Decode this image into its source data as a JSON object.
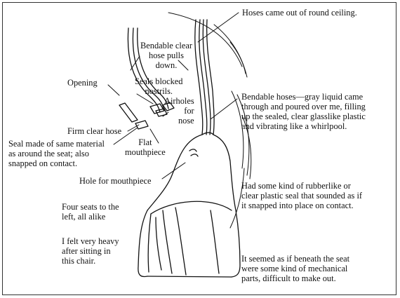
{
  "colors": {
    "ink": "#111111",
    "background": "#ffffff",
    "frame": "#333333"
  },
  "labels": {
    "hoses_ceiling": [
      "Hoses came out of round ceiling."
    ],
    "bendable_clear": [
      "Bendable clear",
      "hose pulls",
      "down."
    ],
    "opening": [
      "Opening"
    ],
    "seals_blocked": [
      "Seals blocked",
      "nostrils."
    ],
    "airholes": [
      "Airholes",
      "for",
      "nose"
    ],
    "bendable_hoses": [
      "Bendable hoses—gray liquid came",
      "through and poured over me, filling",
      "up the sealed, clear glasslike plastic",
      "and vibrating like a whirlpool."
    ],
    "firm_clear_hose": [
      "Firm clear hose"
    ],
    "seal_material": [
      "Seal made of same material",
      "as around the seat; also",
      "snapped on contact."
    ],
    "flat_mouthpiece": [
      "Flat",
      "mouthpiece"
    ],
    "hole_mouthpiece": [
      "Hole for mouthpiece"
    ],
    "rubberlike": [
      "Had some kind of rubberlike or",
      "clear plastic seal that sounded as if",
      "it snapped into place on contact."
    ],
    "four_seats": [
      "Four seats to the",
      "left, all alike"
    ],
    "felt_heavy": [
      "I felt very heavy",
      "after sitting in",
      "this chair."
    ],
    "mechanical": [
      "It seemed as if beneath the seat",
      "were some kind of mechanical",
      "parts, difficult to make out."
    ]
  }
}
